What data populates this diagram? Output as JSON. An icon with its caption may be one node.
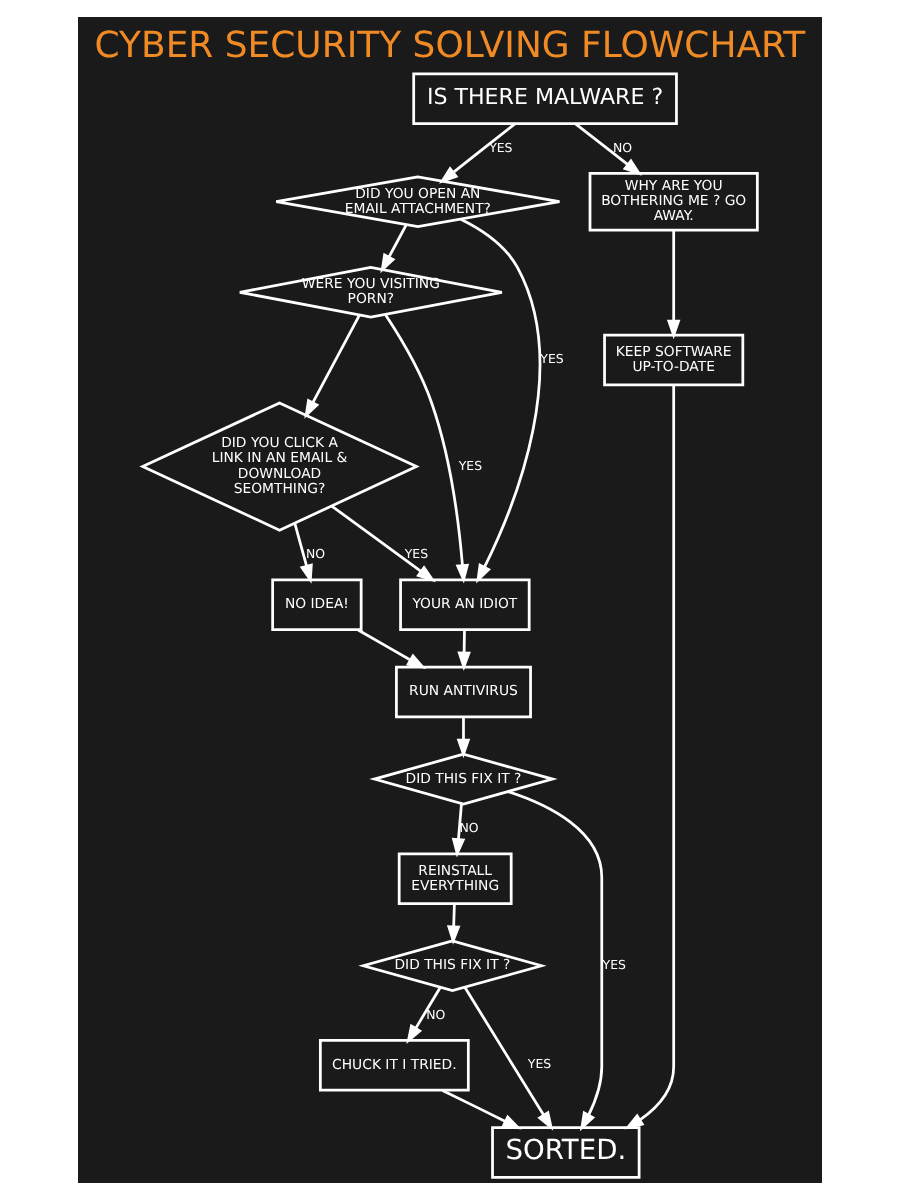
{
  "diagram": {
    "title": "CYBER SECURITY SOLVING FLOWCHART",
    "nodes": [
      {
        "text": [
          "IS THERE MALWARE ?"
        ]
      },
      {
        "text": [
          "DID YOU OPEN AN EMAIL ATTACHMENT?"
        ]
      },
      {
        "text": [
          "WERE YOU VISITING PORN?"
        ]
      },
      {
        "text": [
          "DID YOU CLICK A LINK IN AN EMAIL & DOWNLOAD SEOMTHING?"
        ]
      },
      {
        "text": [
          "NO IDEA!"
        ]
      },
      {
        "text": [
          "YOUR AN IDIOT"
        ]
      },
      {
        "text": [
          "RUN ANTIVIRUS"
        ]
      },
      {
        "text": [
          "DID THIS FIX IT ?"
        ]
      },
      {
        "text": [
          "REINSTALL EVERYTHING"
        ]
      },
      {
        "text": [
          "DID THIS FIX IT ?"
        ]
      },
      {
        "text": [
          "CHUCK IT I TRIED."
        ]
      },
      {
        "text": [
          "WHY ARE YOU BOTHERING ME ? GO AWAY."
        ]
      },
      {
        "text": [
          "KEEP SOFTWARE UP-TO-DATE"
        ]
      },
      {
        "text": [
          "SORTED."
        ]
      }
    ],
    "edges": [
      {
        "from": 0,
        "to": 1,
        "arrow": "to",
        "label": "YES"
      },
      {
        "from": 0,
        "to": 11,
        "arrow": "to",
        "label": "NO"
      },
      {
        "from": 1,
        "to": 5,
        "arrow": "to",
        "label": "YES"
      },
      {
        "from": 1,
        "to": 2,
        "arrow": "to"
      },
      {
        "from": 2,
        "to": 5,
        "arrow": "to",
        "label": "YES"
      },
      {
        "from": 2,
        "to": 3,
        "arrow": "to"
      },
      {
        "from": 3,
        "to": 5,
        "arrow": "to",
        "label": "YES"
      },
      {
        "from": 3,
        "to": 4,
        "arrow": "to",
        "label": "NO"
      },
      {
        "from": 4,
        "to": 6,
        "arrow": "to"
      },
      {
        "from": 5,
        "to": 6,
        "arrow": "to"
      },
      {
        "from": 6,
        "to": 7,
        "arrow": "to"
      },
      {
        "from": 7,
        "to": 13,
        "arrow": "to",
        "label": "YES"
      },
      {
        "from": 7,
        "to": 8,
        "arrow": "to",
        "label": "NO"
      },
      {
        "from": 8,
        "to": 9,
        "arrow": "to"
      },
      {
        "from": 9,
        "to": 10,
        "arrow": "to",
        "label": "NO"
      },
      {
        "from": 9,
        "to": 13,
        "arrow": "to",
        "label": "YES"
      },
      {
        "from": 10,
        "to": 13,
        "arrow": "to"
      },
      {
        "from": 11,
        "to": 12,
        "arrow": "to"
      },
      {
        "from": 12,
        "to": 13,
        "arrow": "to"
      }
    ]
  }
}
